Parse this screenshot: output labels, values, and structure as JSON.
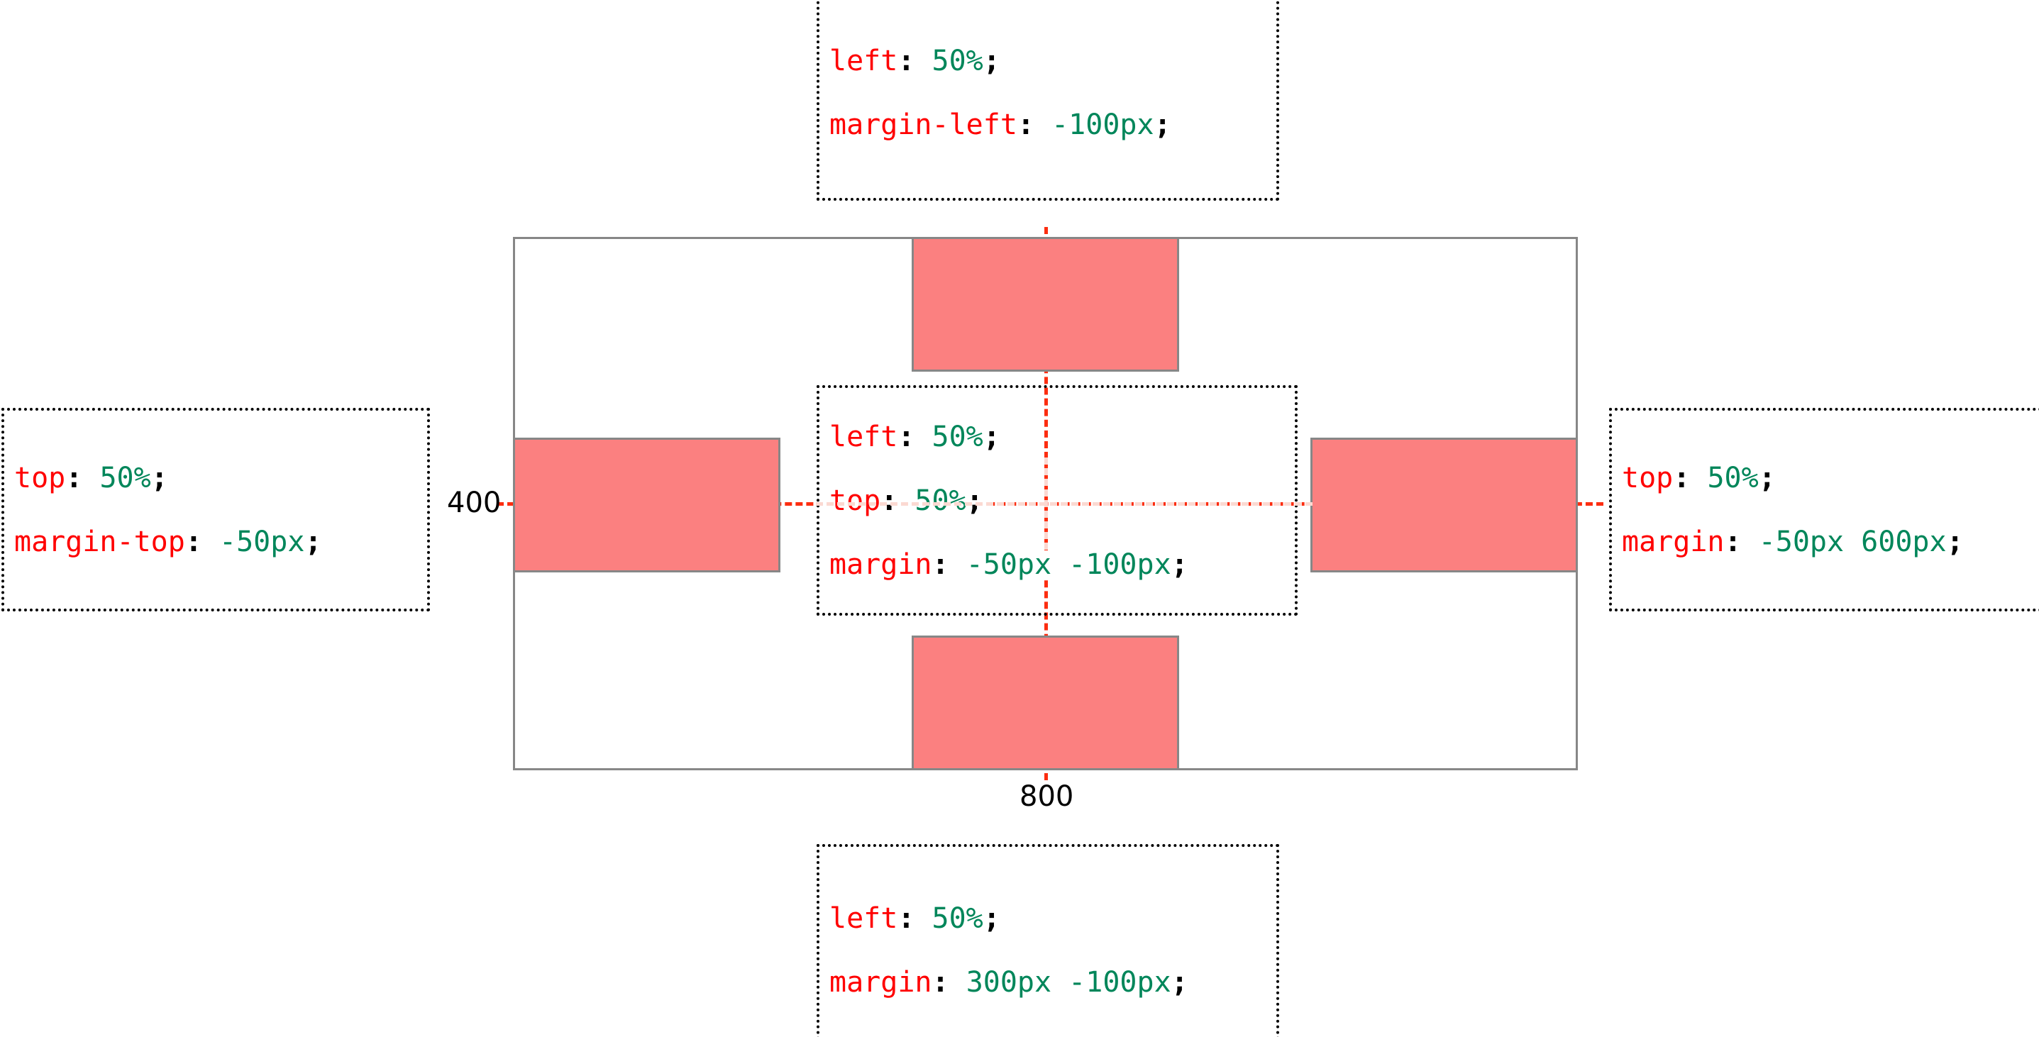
{
  "diagram": {
    "type": "css-positioning-centering-illustration",
    "container": {
      "width_label": "800",
      "height_label": "400",
      "border_color": "#878787",
      "background": "#ffffff"
    },
    "box_fill_color": "#fb8080",
    "box_border_color": "#878787",
    "guide_color": "#fc2d10",
    "guide_faint_color": "#fbd9d2",
    "property_color": "#ff0000",
    "value_color": "#00865a",
    "punctuation_color": "#000000"
  },
  "annotations": {
    "top": {
      "lines": [
        {
          "prop": "left",
          "colon": ":",
          "val": "50%",
          "semi": ";"
        },
        {
          "prop": "margin-left",
          "colon": ":",
          "val": "-100px",
          "semi": ";"
        }
      ]
    },
    "left": {
      "lines": [
        {
          "prop": "top",
          "colon": ":",
          "val": "50%",
          "semi": ";"
        },
        {
          "prop": "margin-top",
          "colon": ":",
          "val": "-50px",
          "semi": ";"
        }
      ]
    },
    "center": {
      "lines": [
        {
          "prop": "left",
          "colon": ":",
          "val": "50%",
          "semi": ";"
        },
        {
          "prop": "top",
          "colon": ":",
          "val": "50%",
          "semi": ";"
        },
        {
          "prop": "margin",
          "colon": ":",
          "val": "-50px -100px",
          "semi": ";"
        }
      ]
    },
    "right": {
      "lines": [
        {
          "prop": "top",
          "colon": ":",
          "val": "50%",
          "semi": ";"
        },
        {
          "prop": "margin",
          "colon": ":",
          "val": "-50px 600px",
          "semi": ";"
        }
      ]
    },
    "bottom": {
      "lines": [
        {
          "prop": "left",
          "colon": ":",
          "val": "50%",
          "semi": ";"
        },
        {
          "prop": "margin",
          "colon": ":",
          "val": "300px -100px",
          "semi": ";"
        }
      ]
    }
  },
  "boxes": {
    "top": {
      "name": "top-positioned-box"
    },
    "left": {
      "name": "left-positioned-box"
    },
    "right": {
      "name": "right-positioned-box"
    },
    "bottom": {
      "name": "bottom-positioned-box"
    }
  }
}
